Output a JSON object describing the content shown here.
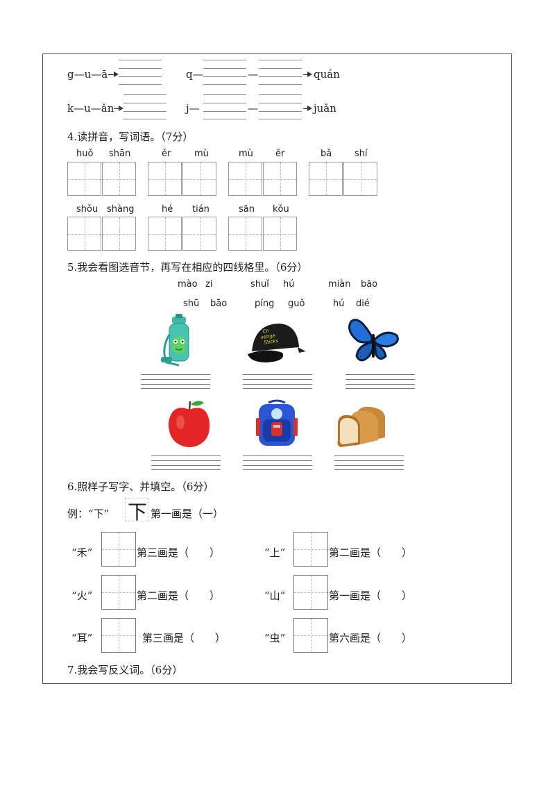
{
  "spelling": {
    "row1": {
      "a": "g—u—ā",
      "b_prefix": "q—",
      "b_dash": "—",
      "b_result": "quán"
    },
    "row2": {
      "a": "k—u—ǎn",
      "b_prefix": "j—",
      "b_dash": "—",
      "b_result": "juǎn"
    }
  },
  "q4": {
    "title": "4.读拼音，写词语。（7分）",
    "words": [
      [
        "huǒ",
        "shān"
      ],
      [
        "ěr",
        "mù"
      ],
      [
        "mù",
        "ěr"
      ],
      [
        "bǎ",
        "shí"
      ],
      [
        "shǒu",
        "shàng"
      ],
      [
        "hé",
        "tián"
      ],
      [
        "sān",
        "kǒu"
      ]
    ]
  },
  "q5": {
    "title": "5.我会看图选音节，再写在相应的四线格里。（6分）",
    "options_row1": [
      [
        "mào",
        "zi"
      ],
      [
        "shuǐ",
        "hú"
      ],
      [
        "miàn",
        "bāo"
      ]
    ],
    "options_row2": [
      [
        "shū",
        "bāo"
      ],
      [
        "píng",
        "guǒ"
      ],
      [
        "hú",
        "dié"
      ]
    ],
    "cap_text": "Ch\nvenge\nSticks"
  },
  "q6": {
    "title": "6.照样子写字、并填空。（6分）",
    "example_prefix": "例：“下”",
    "example_char": "下",
    "example_suffix": "第一画是（一）",
    "items": [
      {
        "char": "“禾”",
        "q": "第三画是（　　）"
      },
      {
        "char": "“上”",
        "q": "第二画是（　　）"
      },
      {
        "char": "“火”",
        "q": "第二画是（　　）"
      },
      {
        "char": "“山”",
        "q": "第一画是（　　）"
      },
      {
        "char": "“耳”",
        "q": "第三画是（　　）"
      },
      {
        "char": "“虫”",
        "q": "第六画是（　　）"
      }
    ]
  },
  "q7": {
    "title": "7.我会写反义词。（6分）"
  }
}
